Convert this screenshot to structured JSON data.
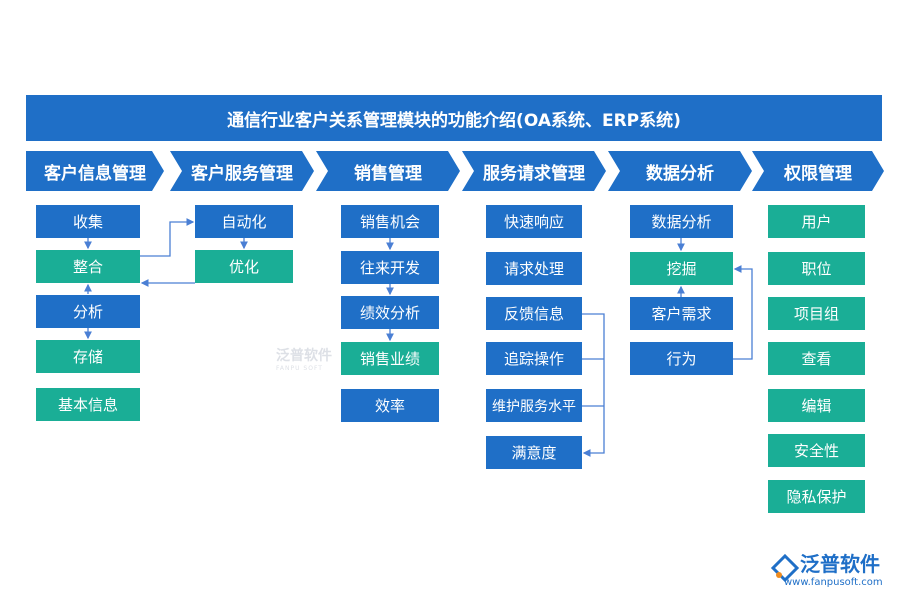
{
  "title": "通信行业客户关系管理模块的功能介绍(OA系统、ERP系统)",
  "colors": {
    "blue": "#1f6fc7",
    "teal": "#1aae96",
    "connector": "#4a7fd4"
  },
  "columns": [
    {
      "header": "客户信息管理",
      "items": [
        "收集",
        "整合",
        "分析",
        "存储",
        "基本信息"
      ]
    },
    {
      "header": "客户服务管理",
      "items": [
        "自动化",
        "优化"
      ]
    },
    {
      "header": "销售管理",
      "items": [
        "销售机会",
        "往来开发",
        "绩效分析",
        "销售业绩",
        "效率"
      ]
    },
    {
      "header": "服务请求管理",
      "items": [
        "快速响应",
        "请求处理",
        "反馈信息",
        "追踪操作",
        "维护服务水平",
        "满意度"
      ]
    },
    {
      "header": "数据分析",
      "items": [
        "数据分析",
        "挖掘",
        "客户需求",
        "行为"
      ]
    },
    {
      "header": "权限管理",
      "items": [
        "用户",
        "职位",
        "项目组",
        "查看",
        "编辑",
        "安全性",
        "隐私保护"
      ]
    }
  ],
  "watermark": {
    "center": "泛普软件",
    "center_sub": "FANPU SOFT"
  },
  "logo": {
    "brand": "泛普软件",
    "url": "www.fanpusoft.com",
    "icon": "fanpu-logo-icon"
  }
}
